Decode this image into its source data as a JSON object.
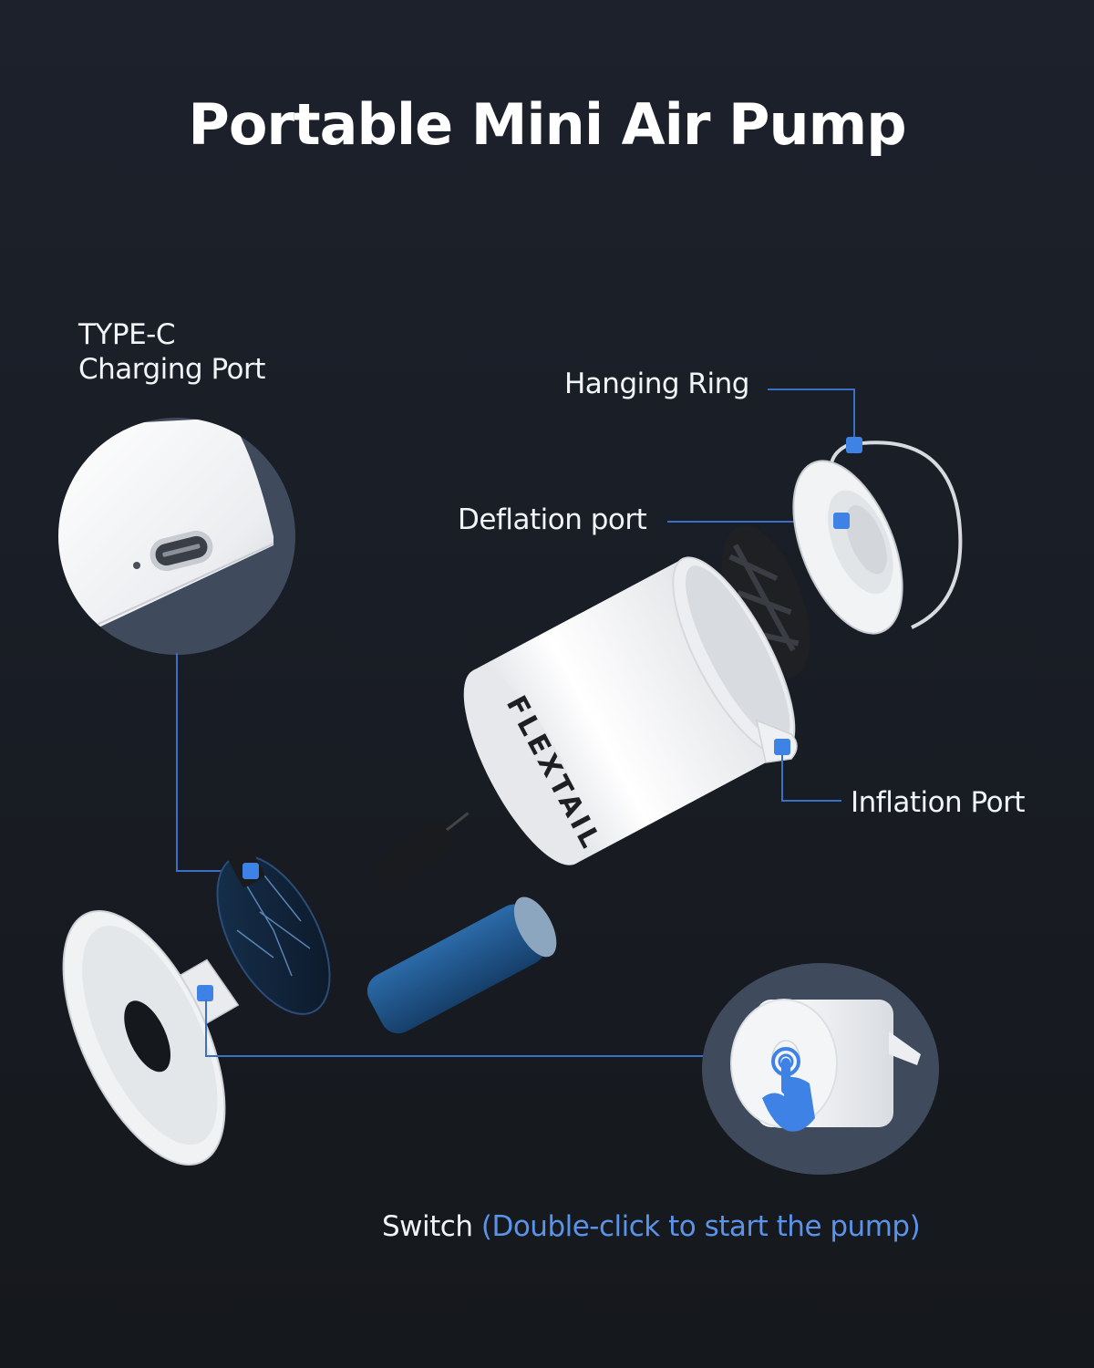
{
  "title": "Portable Mini Air Pump",
  "brand_mark": "FLEXTAIL",
  "labels": {
    "type_c_line1": "TYPE-C",
    "type_c_line2": "Charging Port",
    "hanging_ring": "Hanging Ring",
    "deflation_port": "Deflation port",
    "inflation_port": "Inflation Port",
    "switch": "Switch",
    "switch_note": "(Double-click to start the pump)"
  },
  "icons": {
    "usb_c_port": "usb-c-port-icon",
    "tap_hand": "tap-gesture-icon"
  },
  "colors": {
    "background_top": "#1c212b",
    "background_bottom": "#15181c",
    "accent_blue": "#3e82e6",
    "callout_line": "#3b6fc4",
    "callout_circle": "#3f4b5c",
    "note_text": "#5b93ea",
    "battery_blue": "#1f5c96"
  }
}
